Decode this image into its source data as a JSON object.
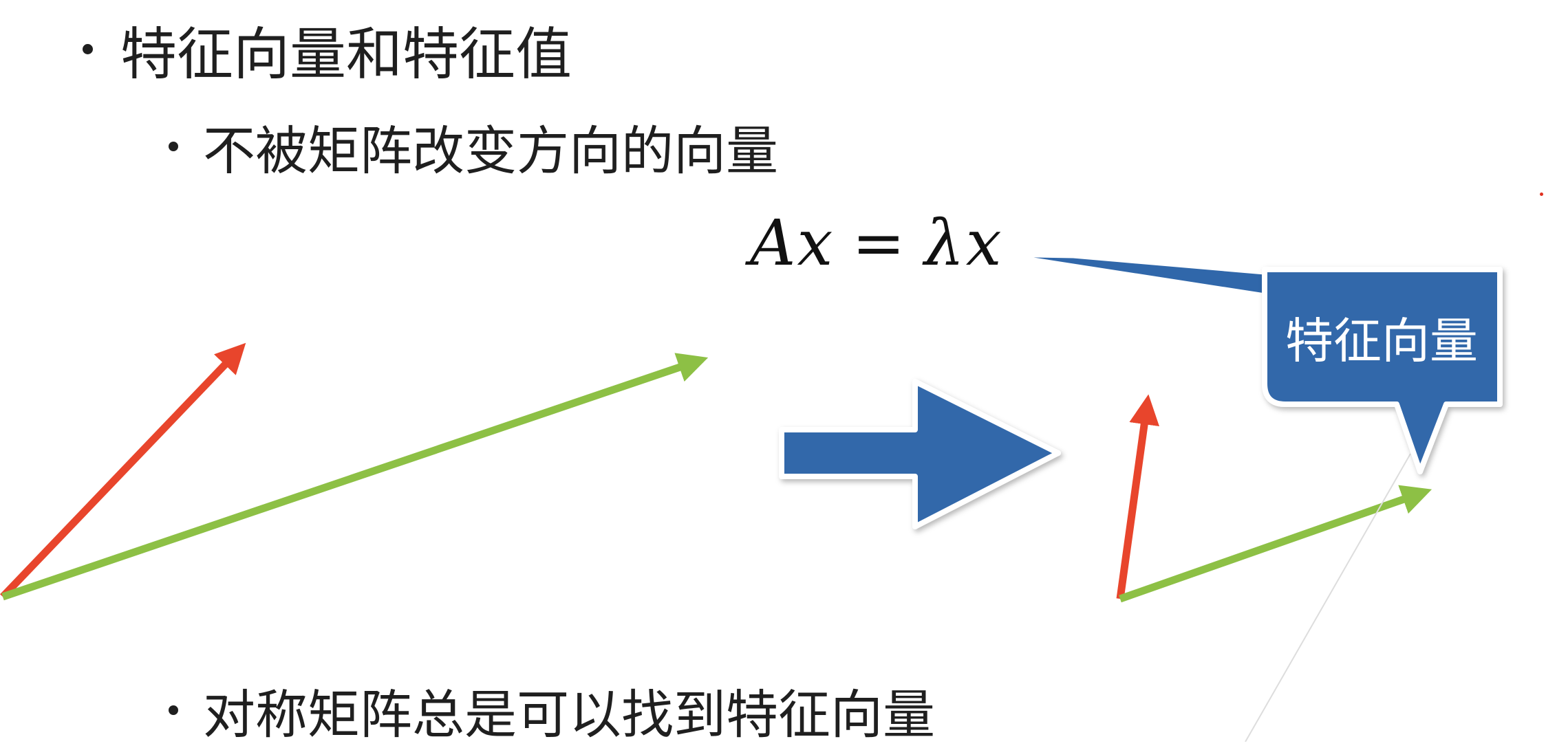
{
  "slide": {
    "heading": "特征向量和特征值",
    "sub_bullets": [
      "不被矩阵改变方向的向量",
      "对称矩阵总是可以找到特征向量"
    ],
    "equation": {
      "lhs": "Ax",
      "sign": "=",
      "rhs": "λx"
    },
    "callout": {
      "label": "特征向量"
    },
    "colors": {
      "red_vector": "#e8452c",
      "green_vector": "#8dc045",
      "blue_shape": "#3067aa",
      "text": "#1f1f1f"
    },
    "icons": [
      "bullet-dot",
      "right-arrow",
      "callout-box"
    ]
  }
}
